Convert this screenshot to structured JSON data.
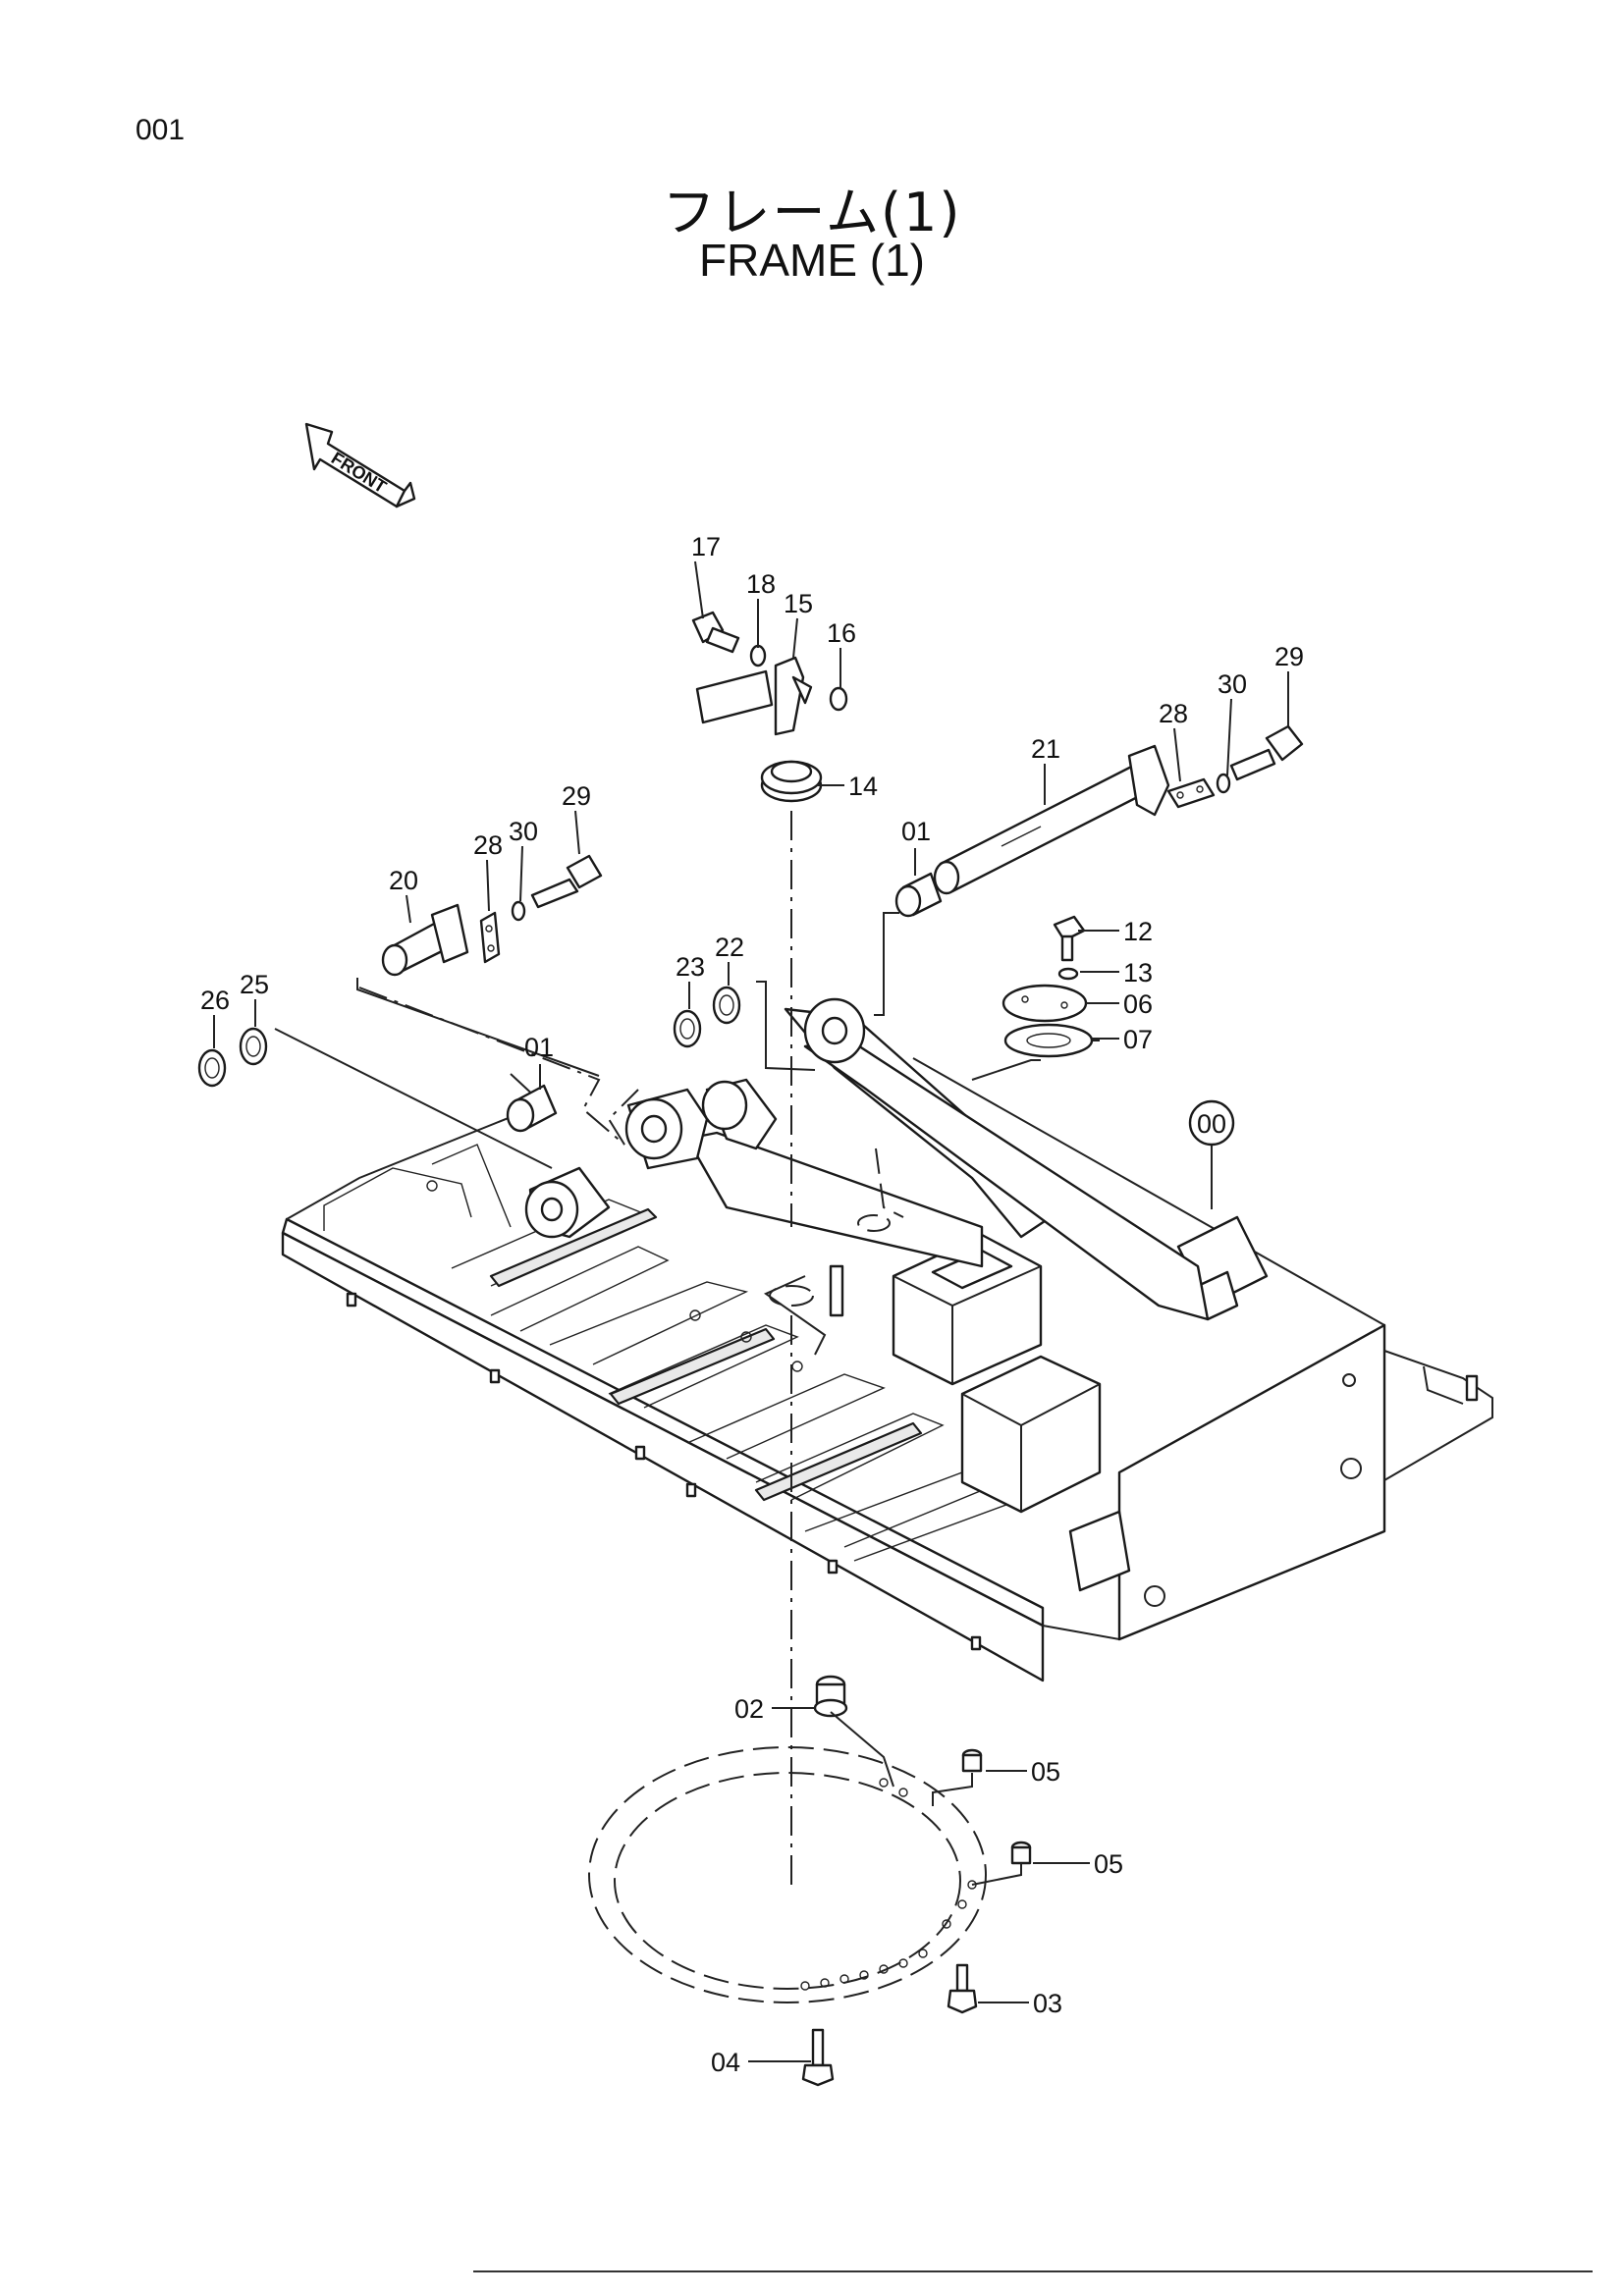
{
  "page_number": "001",
  "title_jp": "フレーム(1)",
  "title_en": "FRAME (1)",
  "front_label": "FRONT",
  "callouts": {
    "c00": "00",
    "c01a": "01",
    "c01b": "01",
    "c02": "02",
    "c03": "03",
    "c04": "04",
    "c05a": "05",
    "c05b": "05",
    "c06": "06",
    "c07": "07",
    "c12": "12",
    "c13": "13",
    "c14": "14",
    "c15": "15",
    "c16": "16",
    "c17": "17",
    "c18": "18",
    "c20": "20",
    "c21": "21",
    "c22": "22",
    "c23": "23",
    "c25": "25",
    "c26": "26",
    "c28a": "28",
    "c28b": "28",
    "c29a": "29",
    "c29b": "29",
    "c30a": "30",
    "c30b": "30"
  }
}
